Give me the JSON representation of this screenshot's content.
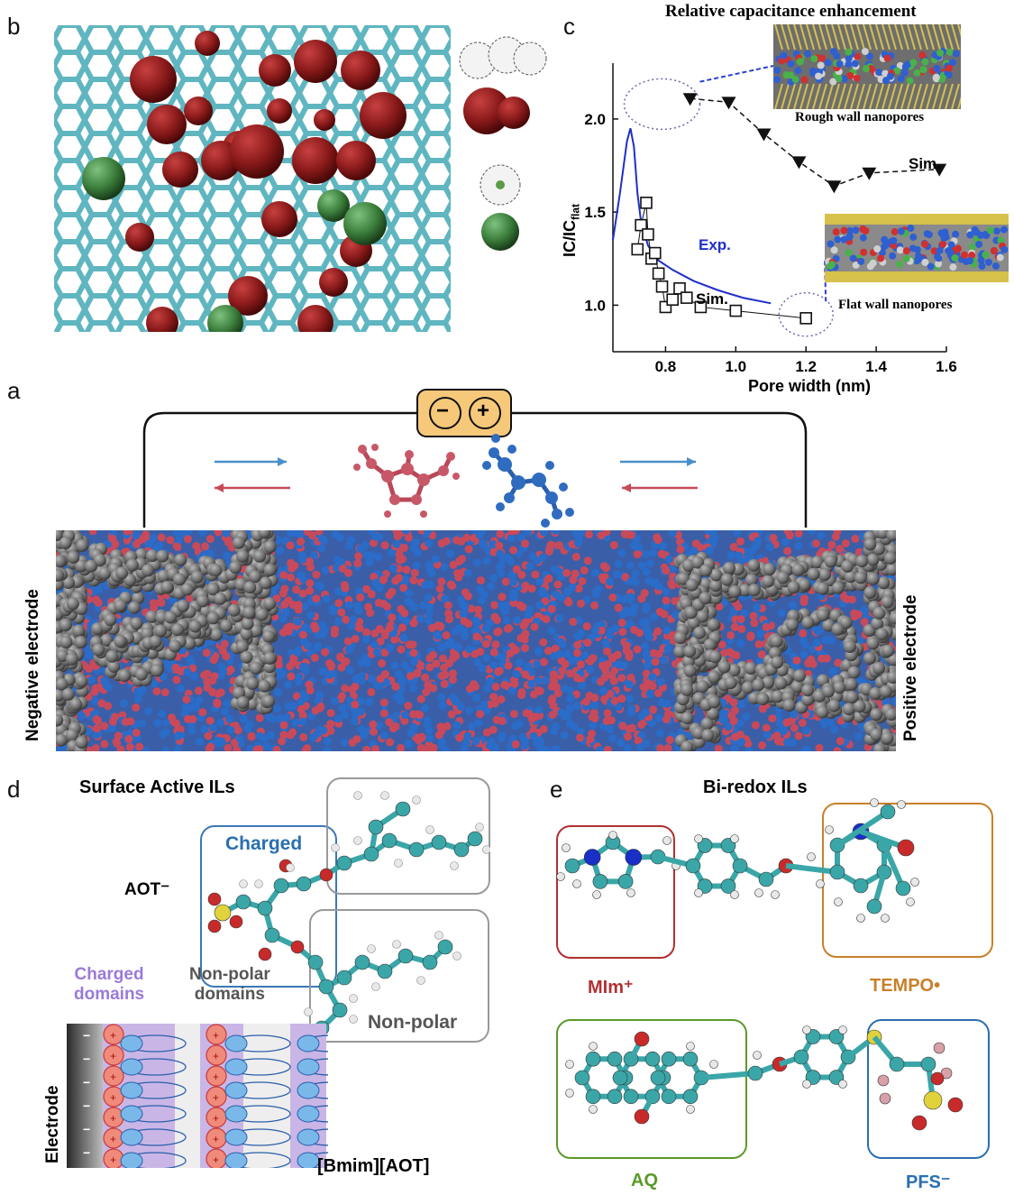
{
  "panels": {
    "a": "a",
    "b": "b",
    "c": "c",
    "d": "d",
    "e": "e"
  },
  "panel_c": {
    "title": "Relative capacitance enhancement",
    "ylabel_main": "IC/IC",
    "ylabel_sub": "flat",
    "xlabel": "Pore width (nm)",
    "exp_label": "Exp.",
    "sim_label_low": "Sim.",
    "sim_label_high": "Sim.",
    "rough_label": "Rough wall nanopores",
    "flat_label": "Flat wall nanopores",
    "colors": {
      "exp": "#1f2fc8",
      "sim": "#111111"
    }
  },
  "chart_data": {
    "type": "line",
    "title": "Relative capacitance enhancement",
    "xlabel": "Pore width (nm)",
    "ylabel": "IC/IC_flat",
    "xlim": [
      0.65,
      1.6
    ],
    "ylim": [
      0.75,
      2.3
    ],
    "xticks": [
      "0.8",
      "1.0",
      "1.2",
      "1.4",
      "1.6"
    ],
    "yticks": [
      "1.0",
      "1.5",
      "2.0"
    ],
    "series": [
      {
        "name": "Exp.",
        "style": "line",
        "x": [
          0.65,
          0.67,
          0.69,
          0.7,
          0.71,
          0.72,
          0.73,
          0.75,
          0.78,
          0.82,
          0.88,
          0.95,
          1.02,
          1.1
        ],
        "y": [
          1.35,
          1.6,
          1.88,
          1.95,
          1.85,
          1.6,
          1.45,
          1.32,
          1.24,
          1.19,
          1.13,
          1.08,
          1.04,
          1.01
        ]
      },
      {
        "name": "Sim.",
        "style": "open-square",
        "x": [
          0.72,
          0.73,
          0.745,
          0.75,
          0.76,
          0.77,
          0.78,
          0.79,
          0.8,
          0.82,
          0.84,
          0.86,
          0.9,
          1.0,
          1.2
        ],
        "y": [
          1.3,
          1.43,
          1.55,
          1.38,
          1.25,
          1.28,
          1.17,
          1.1,
          0.99,
          1.03,
          1.09,
          1.04,
          0.99,
          0.97,
          0.93
        ]
      },
      {
        "name": "Sim.",
        "style": "filled-triangle",
        "x": [
          0.87,
          0.98,
          1.08,
          1.18,
          1.28,
          1.38,
          1.58
        ],
        "y": [
          2.11,
          2.09,
          1.92,
          1.77,
          1.64,
          1.71,
          1.73
        ]
      }
    ]
  },
  "panel_a": {
    "left_label": "Negative electrode",
    "right_label": "Positive electrode",
    "minus": "−",
    "plus": "+"
  },
  "panel_d": {
    "title": "Surface Active ILs",
    "aot": "AOT⁻",
    "charged": "Charged",
    "nonpolar": "Non-polar",
    "charged_domains": "Charged\ndomains",
    "nonpolar_domains": "Non-polar\ndomains",
    "electrode": "Electrode",
    "salt": "[Bmim][AOT]",
    "colors": {
      "charged": "#2a6fb0",
      "domains": "#9a7ad8",
      "nonpolar": "#555555"
    }
  },
  "panel_e": {
    "title": "Bi-redox ILs",
    "mim": "MIm⁺",
    "tempo": "TEMPO•",
    "aq": "AQ",
    "pfs": "PFS⁻",
    "colors": {
      "mim": "#b03030",
      "tempo": "#c8802a",
      "aq": "#5a9a2a",
      "pfs": "#2a6fb0"
    }
  }
}
